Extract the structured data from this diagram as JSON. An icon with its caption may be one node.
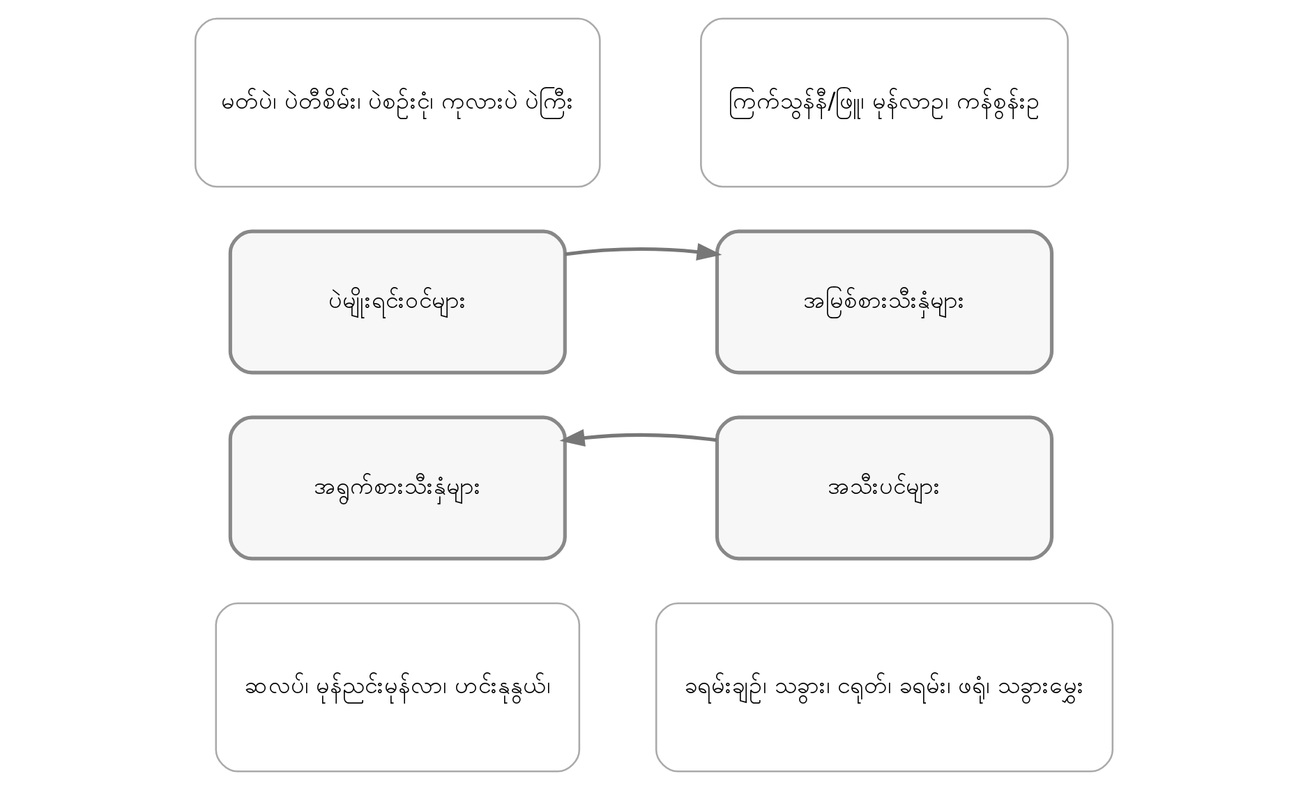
{
  "diagram": {
    "nodes": [
      {
        "text": [
          "မတ်ပဲ၊ ပဲတီစိမ်း၊ ပဲစဉ်းငုံ၊ ကုလားပဲ ပဲကြီး"
        ]
      },
      {
        "text": [
          "ကြက်သွန်နီ/ဖြူ၊ မုန်လာဥ၊ ကန်စွန်းဥ"
        ]
      },
      {
        "text": [
          "ပဲမျိုးရင်းဝင်များ"
        ]
      },
      {
        "text": [
          "အမြစ်စားသီးနှံများ"
        ]
      },
      {
        "text": [
          "အရွက်စားသီးနှံများ"
        ]
      },
      {
        "text": [
          "အသီးပင်များ"
        ]
      },
      {
        "text": [
          "ဆလပ်၊ မုန်ညင်းမုန်လာ၊ ဟင်းနုနွယ်၊"
        ]
      },
      {
        "text": [
          "ခရမ်းချဉ်၊ သခွား၊ ငရုတ်၊ ခရမ်း၊ ဖရုံ၊ သခွားမွှေး"
        ]
      }
    ],
    "edges": [
      {
        "from": 2,
        "to": 3,
        "arrow": "to"
      },
      {
        "from": 5,
        "to": 4,
        "arrow": "to"
      }
    ]
  }
}
